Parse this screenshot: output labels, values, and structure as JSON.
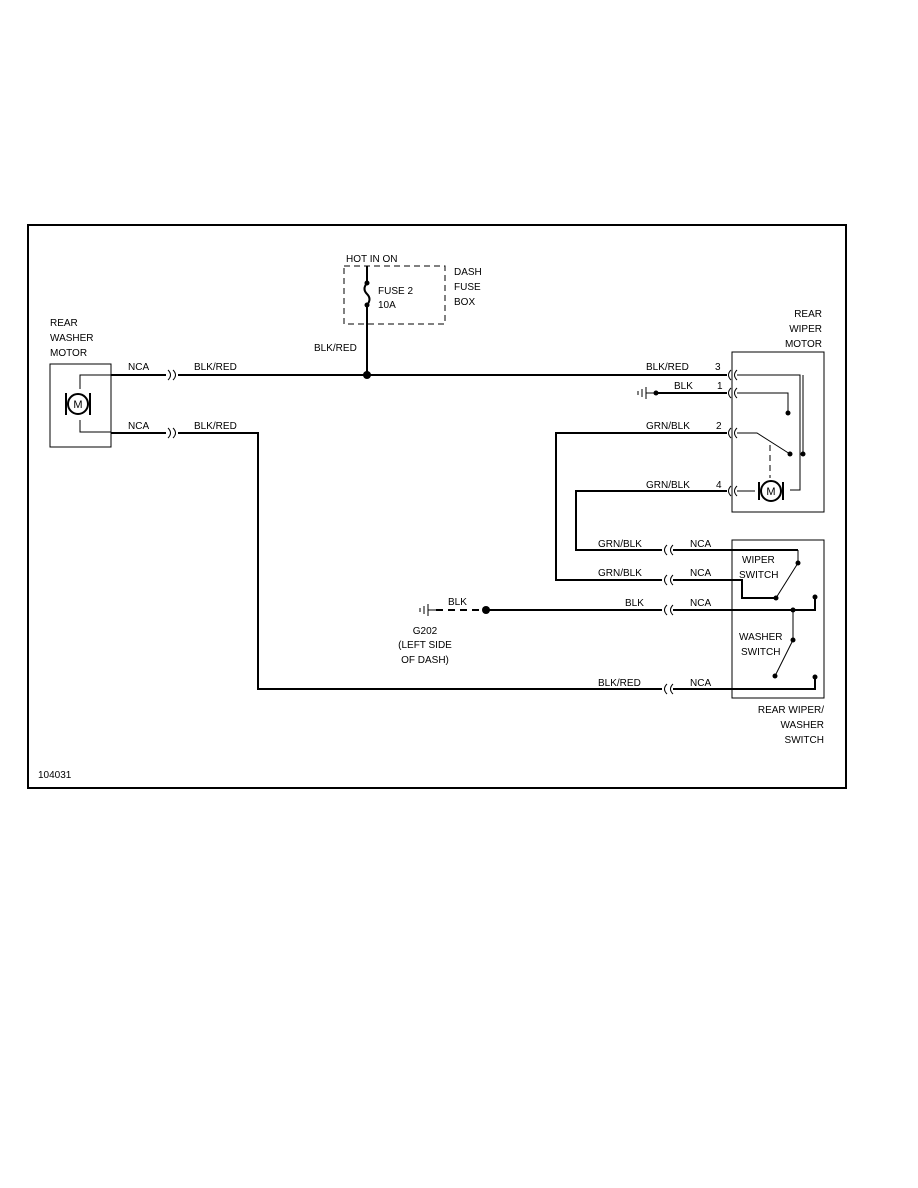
{
  "diagram_id": "104031",
  "components": {
    "rear_washer_motor": [
      "REAR",
      "WASHER",
      "MOTOR"
    ],
    "motor_symbol": "M",
    "fuse_box": {
      "hot_label": "HOT IN ON",
      "fuse_name": "FUSE 2",
      "fuse_rating": "10A",
      "box_name": [
        "DASH",
        "FUSE",
        "BOX"
      ]
    },
    "rear_wiper_motor": [
      "REAR",
      "WIPER",
      "MOTOR"
    ],
    "rear_wiper_washer_switch": [
      "REAR WIPER/",
      "WASHER",
      "SWITCH"
    ],
    "wiper_switch": [
      "WIPER",
      "SWITCH"
    ],
    "washer_switch": [
      "WASHER",
      "SWITCH"
    ],
    "ground_g202": [
      "G202",
      "(LEFT SIDE",
      "OF DASH)"
    ]
  },
  "wire_labels": {
    "nca": "NCA",
    "blk_red": "BLK/RED",
    "blk": "BLK",
    "grn_blk": "GRN/BLK"
  },
  "pins": {
    "motor_pin_3": "3",
    "motor_pin_1": "1",
    "motor_pin_2": "2",
    "motor_pin_4": "4"
  }
}
